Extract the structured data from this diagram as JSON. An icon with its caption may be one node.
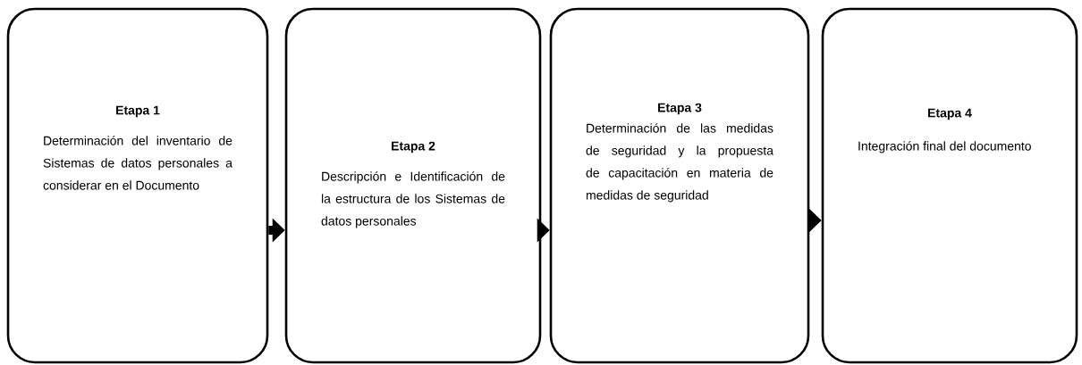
{
  "diagram": {
    "nodes": [
      {
        "text": [
          "Etapa 1",
          "Determinación del inventario de Sistemas de datos personales a considerar en el Documento"
        ]
      },
      {
        "text": [
          "Etapa 2",
          "Descripción e Identificación de la estructura de los Sistemas de datos personales"
        ]
      },
      {
        "text": [
          "Etapa 3",
          "Determinación de las medidas de seguridad y la propuesta de capacitación en materia de medidas de seguridad"
        ]
      },
      {
        "text": [
          "Etapa 4",
          "Integración final del documento"
        ]
      }
    ],
    "edges": [
      {
        "from": 0,
        "to": 1,
        "arrow": "to"
      },
      {
        "from": 1,
        "to": 2,
        "arrow": "to"
      },
      {
        "from": 2,
        "to": 3,
        "arrow": "to"
      }
    ]
  }
}
